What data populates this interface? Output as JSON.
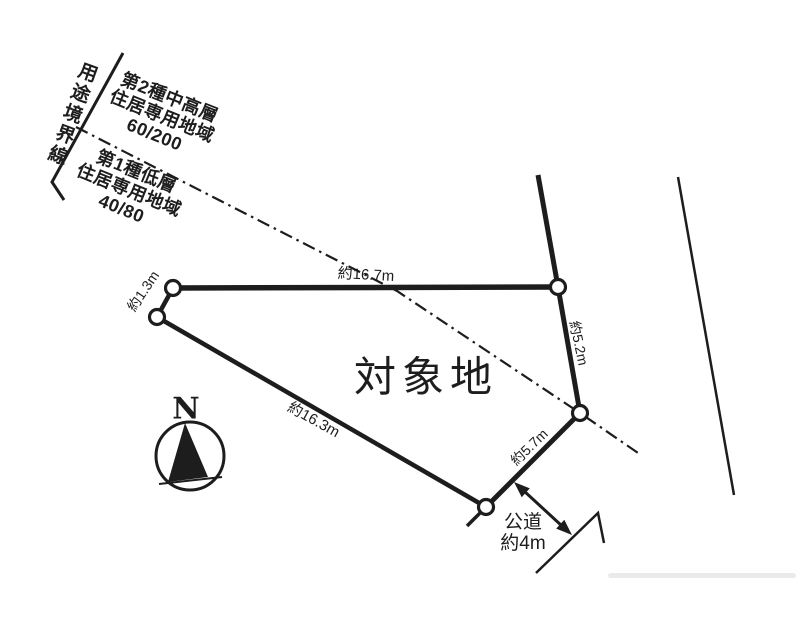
{
  "drawing": {
    "background": "#ffffff",
    "ink": "#1d1d1d"
  },
  "boundary": {
    "label": "用途境界線",
    "zone_upper": {
      "line1": "第2種中高層",
      "line2": "住居専用地域",
      "ratio": "60/200"
    },
    "zone_lower": {
      "line1": "第1種低層",
      "line2": "住居専用地域",
      "ratio": "40/80"
    }
  },
  "parcel": {
    "label": "対象地",
    "dim_top": "約16.7m",
    "dim_left": "約1.3m",
    "dim_right": "約5.2m",
    "dim_bottom_left": "約16.3m",
    "dim_bottom_right": "約5.7m"
  },
  "road": {
    "name": "公道",
    "width": "約4m"
  },
  "compass": {
    "north": "N"
  }
}
